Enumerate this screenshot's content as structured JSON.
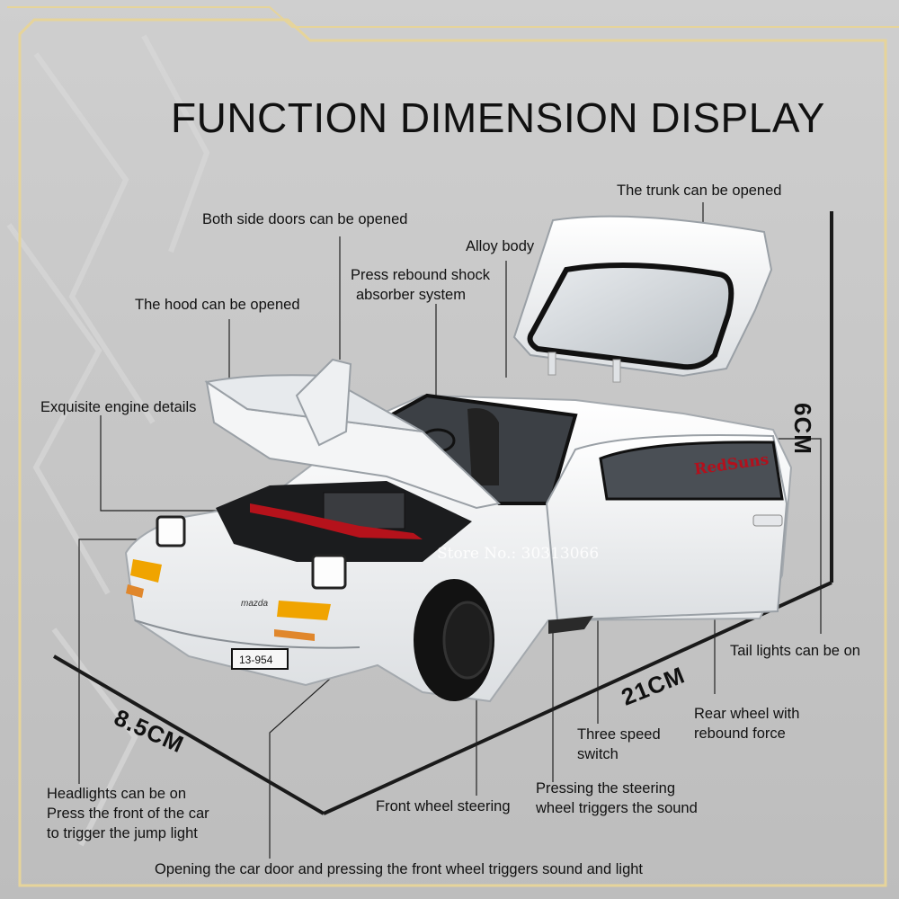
{
  "title": "FUNCTION DIMENSION DISPLAY",
  "watermark": "Store No.: 30313066",
  "dimensions": {
    "height": "6CM",
    "length": "21CM",
    "width": "8.5CM"
  },
  "callouts": {
    "trunk": "The trunk can be opened",
    "doors": "Both side doors can be opened",
    "alloy": "Alloy body",
    "shock_1": "Press rebound shock",
    "shock_2": "absorber system",
    "hood": "The hood can be opened",
    "engine": "Exquisite engine details",
    "tail": "Tail lights can be on",
    "rear_wheel_1": "Rear wheel with",
    "rear_wheel_2": "rebound force",
    "switch_1": "Three speed",
    "switch_2": "switch",
    "steering_1": "Pressing the steering",
    "steering_2": "wheel triggers the sound",
    "front_wheel": "Front wheel steering",
    "headlights_1": "Headlights can be on",
    "headlights_2": "Press the front of the car",
    "headlights_3": "to trigger the jump light",
    "bottom": "Opening the car door and pressing the front wheel triggers sound and light"
  },
  "car": {
    "brand": "mazda",
    "plate": "13-954",
    "decal": "RedSuns",
    "body_color": "#f4f5f6",
    "frame_color": "#e6d49a"
  }
}
